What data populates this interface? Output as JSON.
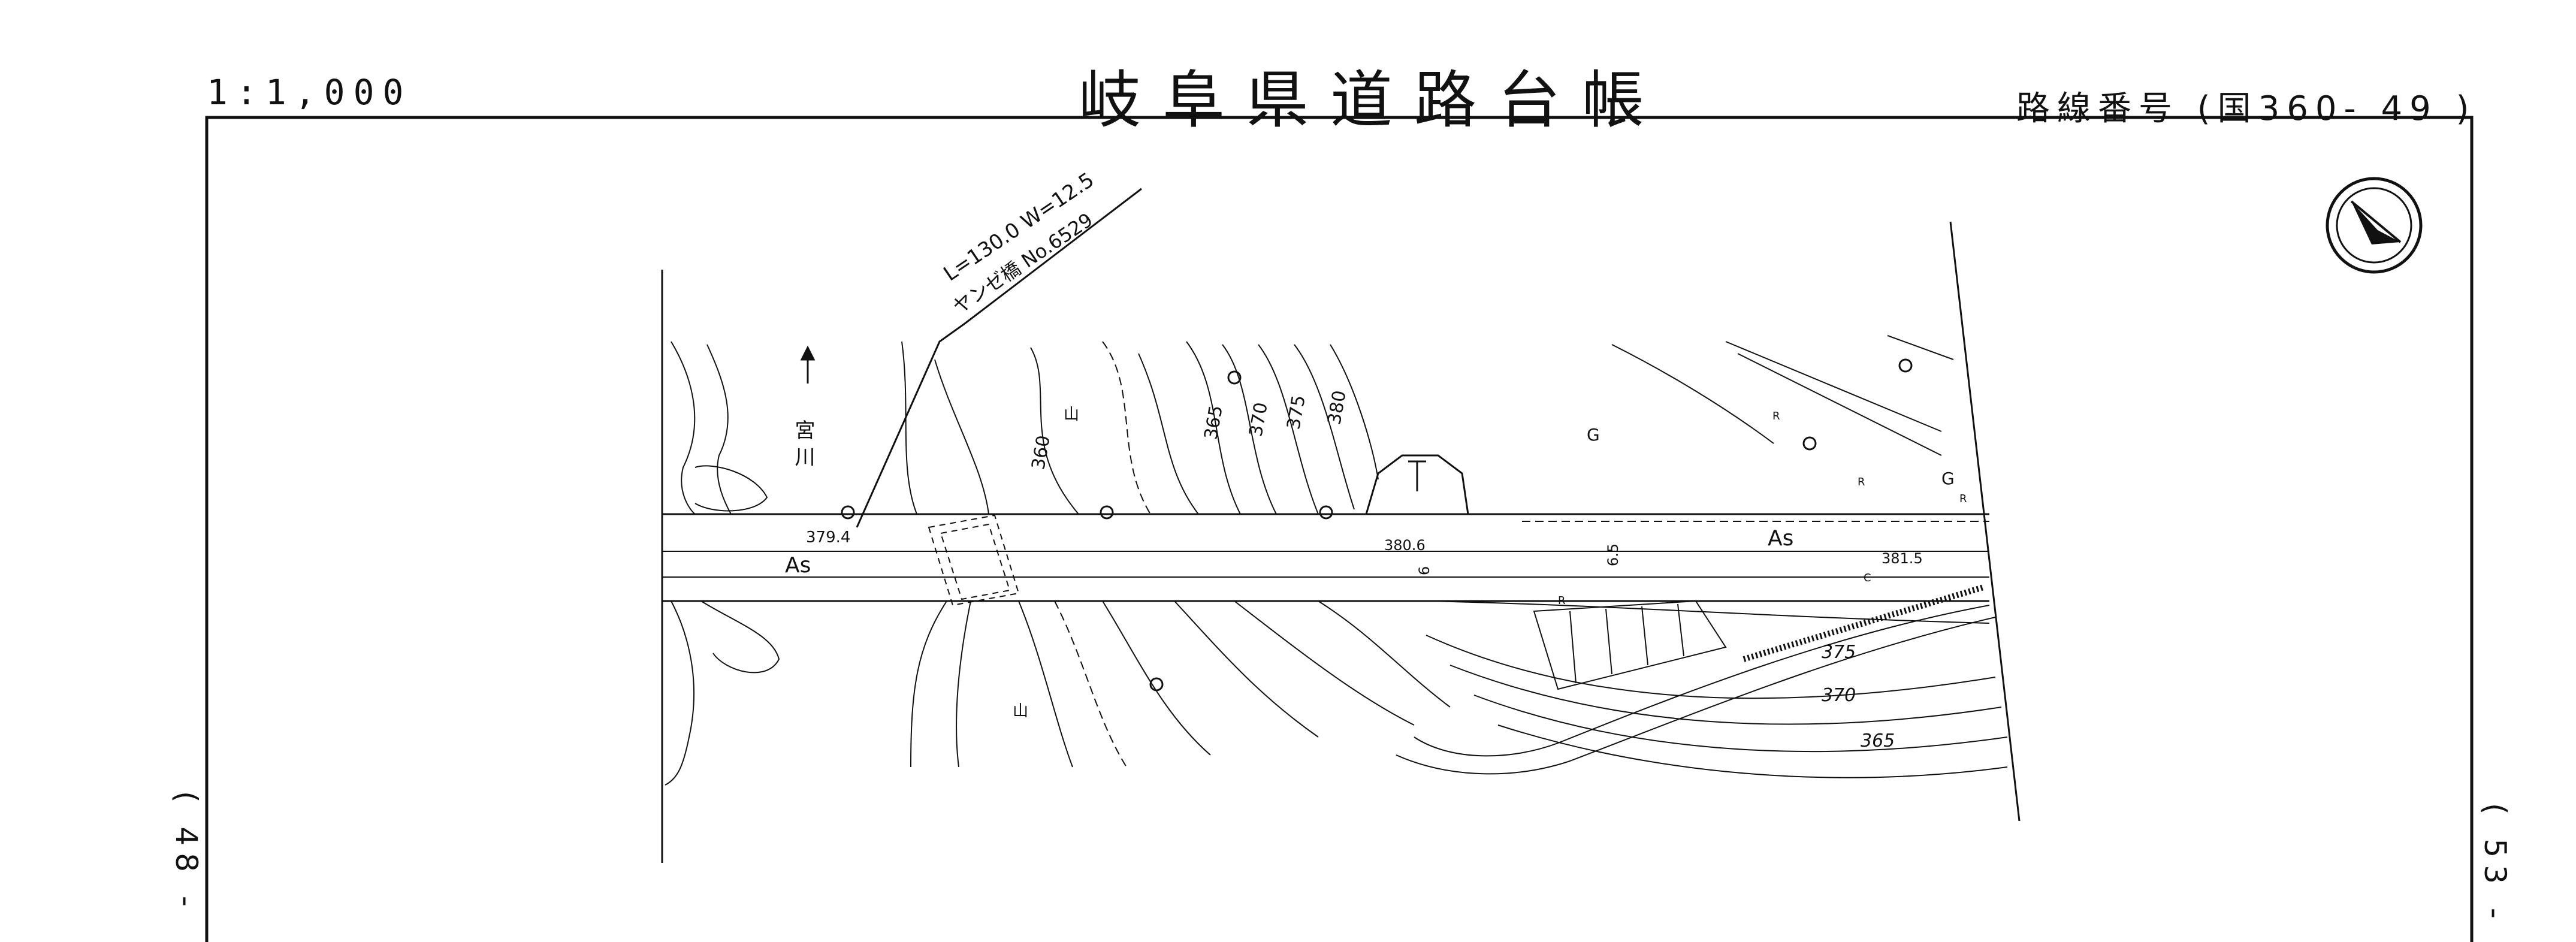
{
  "header": {
    "scale": "1:1,000",
    "title": "岐阜県道路台帳",
    "route_number": "路線番号 (国360- 49 )"
  },
  "sheet_refs": {
    "left": "( 48 -",
    "right": "( 53 -"
  },
  "map": {
    "bridge_label_line1": "L=130.0 W=12.5",
    "bridge_label_line2": "ヤンゼ橋 No.6529",
    "river_label": "宮 川",
    "surface_left": "As",
    "surface_right": "As",
    "elev_left": "379.4",
    "elev_mid": "380.6",
    "elev_right": "381.5",
    "width_a": "6",
    "width_b": "6.5",
    "contours_top": [
      "360",
      "365",
      "370",
      "375",
      "380"
    ],
    "contours_bottom": [
      "375",
      "370",
      "365"
    ],
    "marks": {
      "guardrail": "G",
      "retaining": "R",
      "mountain": "山",
      "culvert": "C"
    }
  }
}
